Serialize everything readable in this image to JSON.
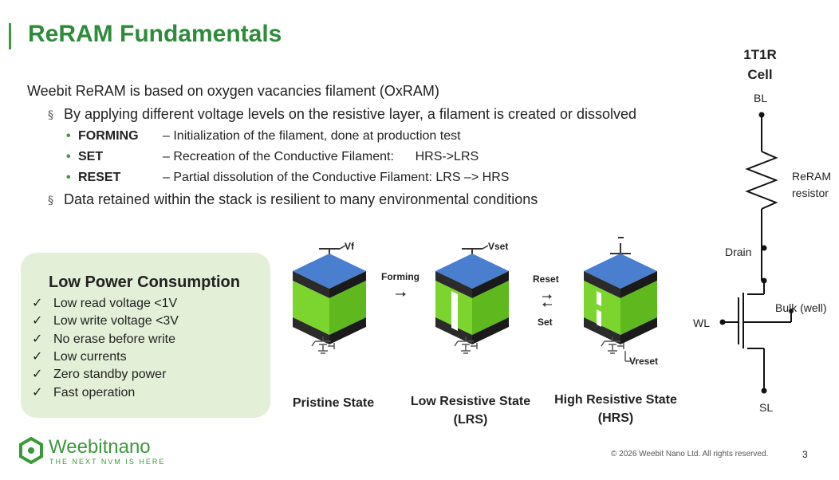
{
  "slide": {
    "title": "ReRAM Fundamentals",
    "intro": "Weebit ReRAM is based on oxygen vacancies filament (OxRAM)",
    "bullet1": "By applying different voltage levels on the resistive layer, a filament is created or dissolved",
    "sub_items": [
      {
        "term": "FORMING",
        "desc": "– Initialization of the filament, done at production test"
      },
      {
        "term": "SET",
        "desc": "– Recreation of the Conductive Filament:      HRS->LRS"
      },
      {
        "term": "RESET",
        "desc": "– Partial dissolution of the Conductive Filament: LRS –> HRS"
      }
    ],
    "bullet2": "Data retained within the stack is resilient to many environmental conditions"
  },
  "low_power": {
    "title": "Low Power Consumption",
    "items": [
      "Low read voltage <1V",
      "Low write voltage <3V",
      "No erase before write",
      "Low currents",
      "Zero standby power",
      "Fast operation"
    ]
  },
  "diagram": {
    "vf": "Vf",
    "vset": "Vset",
    "vreset": "Vreset",
    "forming": "Forming",
    "reset": "Reset",
    "set": "Set",
    "state1": "Pristine State",
    "state2_line1": "Low Resistive State",
    "state2_line2": "(LRS)",
    "state3_line1": "High Resistive State",
    "state3_line2": "(HRS)"
  },
  "cell": {
    "title_line1": "1T1R",
    "title_line2": "Cell",
    "bl": "BL",
    "reram_line1": "ReRAM",
    "reram_line2": "resistor",
    "drain": "Drain",
    "bulk": "Bulk (well)",
    "wl": "WL",
    "sl": "SL"
  },
  "footer": {
    "copyright": "© 2026 Weebit Nano Ltd. All rights reserved.",
    "page_number": "3",
    "logo_text": "Weebitnano",
    "logo_tagline": "THE NEXT NVM IS HERE"
  },
  "colors": {
    "accent_green": "#2e8b3a",
    "cube_top_blue": "#4a7fd0",
    "cube_green": "#7cd42e",
    "panel_bg": "#e3efd7"
  }
}
